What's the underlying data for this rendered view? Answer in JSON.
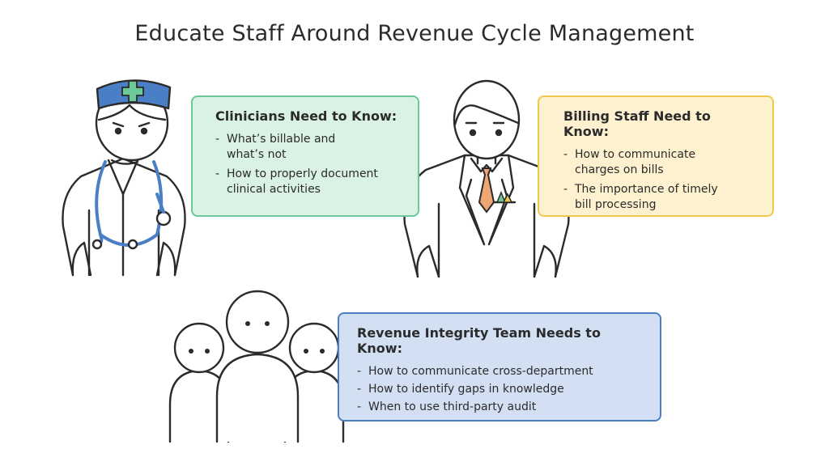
{
  "title": "Educate Staff Around Revenue Cycle Management",
  "colors": {
    "clinicians_fill": "#d9f2e4",
    "clinicians_border": "#6cc896",
    "billing_fill": "#fdf1cf",
    "billing_border": "#efc84d",
    "revenue_fill": "#d3e0f4",
    "revenue_border": "#4a7fc6",
    "nurse_cap": "#4a7fc6",
    "cross": "#6cc896",
    "tie": "#f0a672",
    "stethoscope": "#4a7fc6"
  },
  "icons": [
    "nurse-icon",
    "doctor-icon",
    "team-icon"
  ],
  "clinicians": {
    "heading": "Clinicians Need to Know:",
    "items": [
      {
        "line1": "What’s billable and",
        "line2": "what’s not"
      },
      {
        "line1": "How to properly document",
        "line2": "clinical activities"
      }
    ]
  },
  "billing": {
    "heading": "Billing Staff Need to Know:",
    "items": [
      {
        "line1": "How to communicate",
        "line2": "charges on bills"
      },
      {
        "line1": "The importance of timely",
        "line2": "bill processing"
      }
    ]
  },
  "revenue": {
    "heading": "Revenue Integrity Team Needs to Know:",
    "items": [
      "How to communicate cross-department",
      "How to identify gaps in knowledge",
      "When to use third-party audit"
    ]
  }
}
